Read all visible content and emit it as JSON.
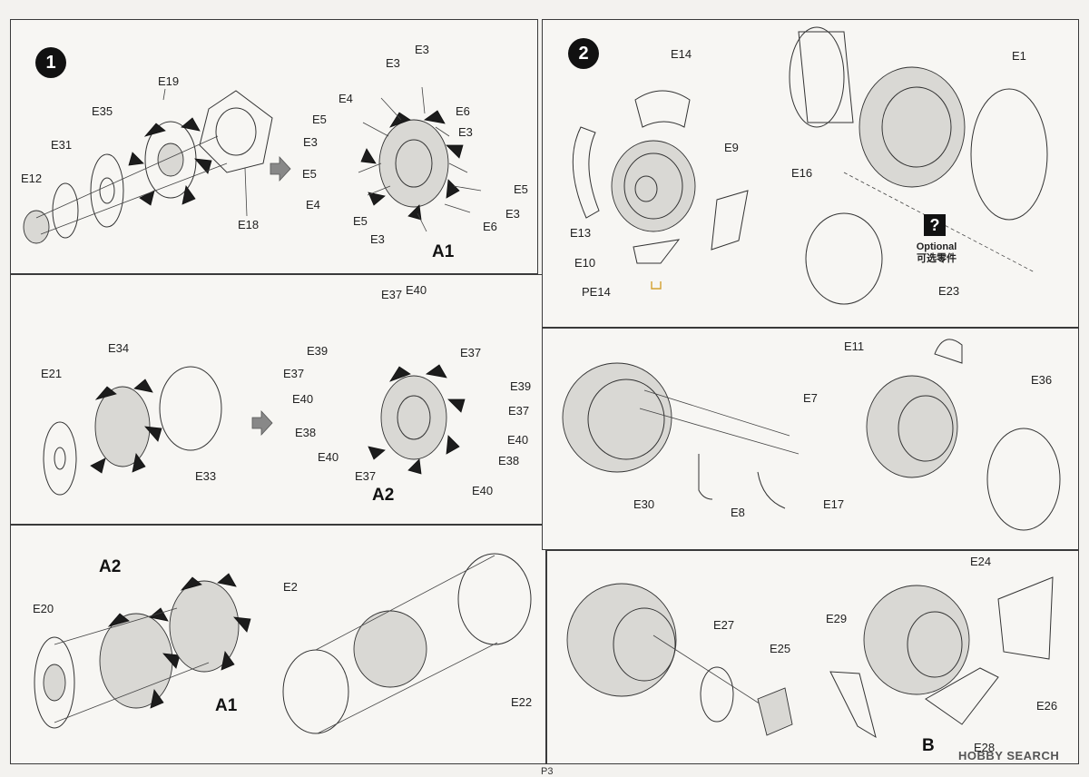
{
  "steps": [
    "1",
    "2"
  ],
  "assembly_labels": {
    "a1_top": "A1",
    "a2_mid": "A2",
    "a2_bottom": "A2",
    "a1_bottom": "A1",
    "b_bottom": "B"
  },
  "optional": {
    "mark": "?",
    "label": "Optional",
    "label_cn": "可选零件"
  },
  "footer": {
    "page": "P3",
    "watermark": "HOBBY SEARCH"
  },
  "parts": {
    "p1": [
      "E19",
      "E35",
      "E31",
      "E12",
      "E18"
    ],
    "p1r": [
      "E3",
      "E3",
      "E4",
      "E6",
      "E5",
      "E3",
      "E3",
      "E5",
      "E5",
      "E4",
      "E6",
      "E5",
      "E3",
      "E3"
    ],
    "p2": [
      "E14",
      "E9",
      "E13",
      "E10",
      "PE14",
      "E16",
      "E1",
      "E23"
    ],
    "p3": [
      "E34",
      "E21",
      "E33"
    ],
    "p3r": [
      "E37",
      "E40",
      "E39",
      "E37",
      "E37",
      "E39",
      "E40",
      "E37",
      "E38",
      "E40",
      "E40",
      "E38",
      "E37",
      "E40"
    ],
    "p4": [
      "E11",
      "E36",
      "E7",
      "E30",
      "E8",
      "E17"
    ],
    "p5": [
      "E20",
      "E2",
      "E22"
    ],
    "p6": [
      "E24",
      "E27",
      "E25",
      "E29",
      "E26",
      "E28"
    ]
  },
  "colors": {
    "line": "#444444",
    "fill_dark": "#1c1c1c",
    "paper": "#f7f6f3"
  },
  "icons": [
    "arrow-right-icon",
    "engine-assembly-icon",
    "cowling-ring-icon"
  ]
}
